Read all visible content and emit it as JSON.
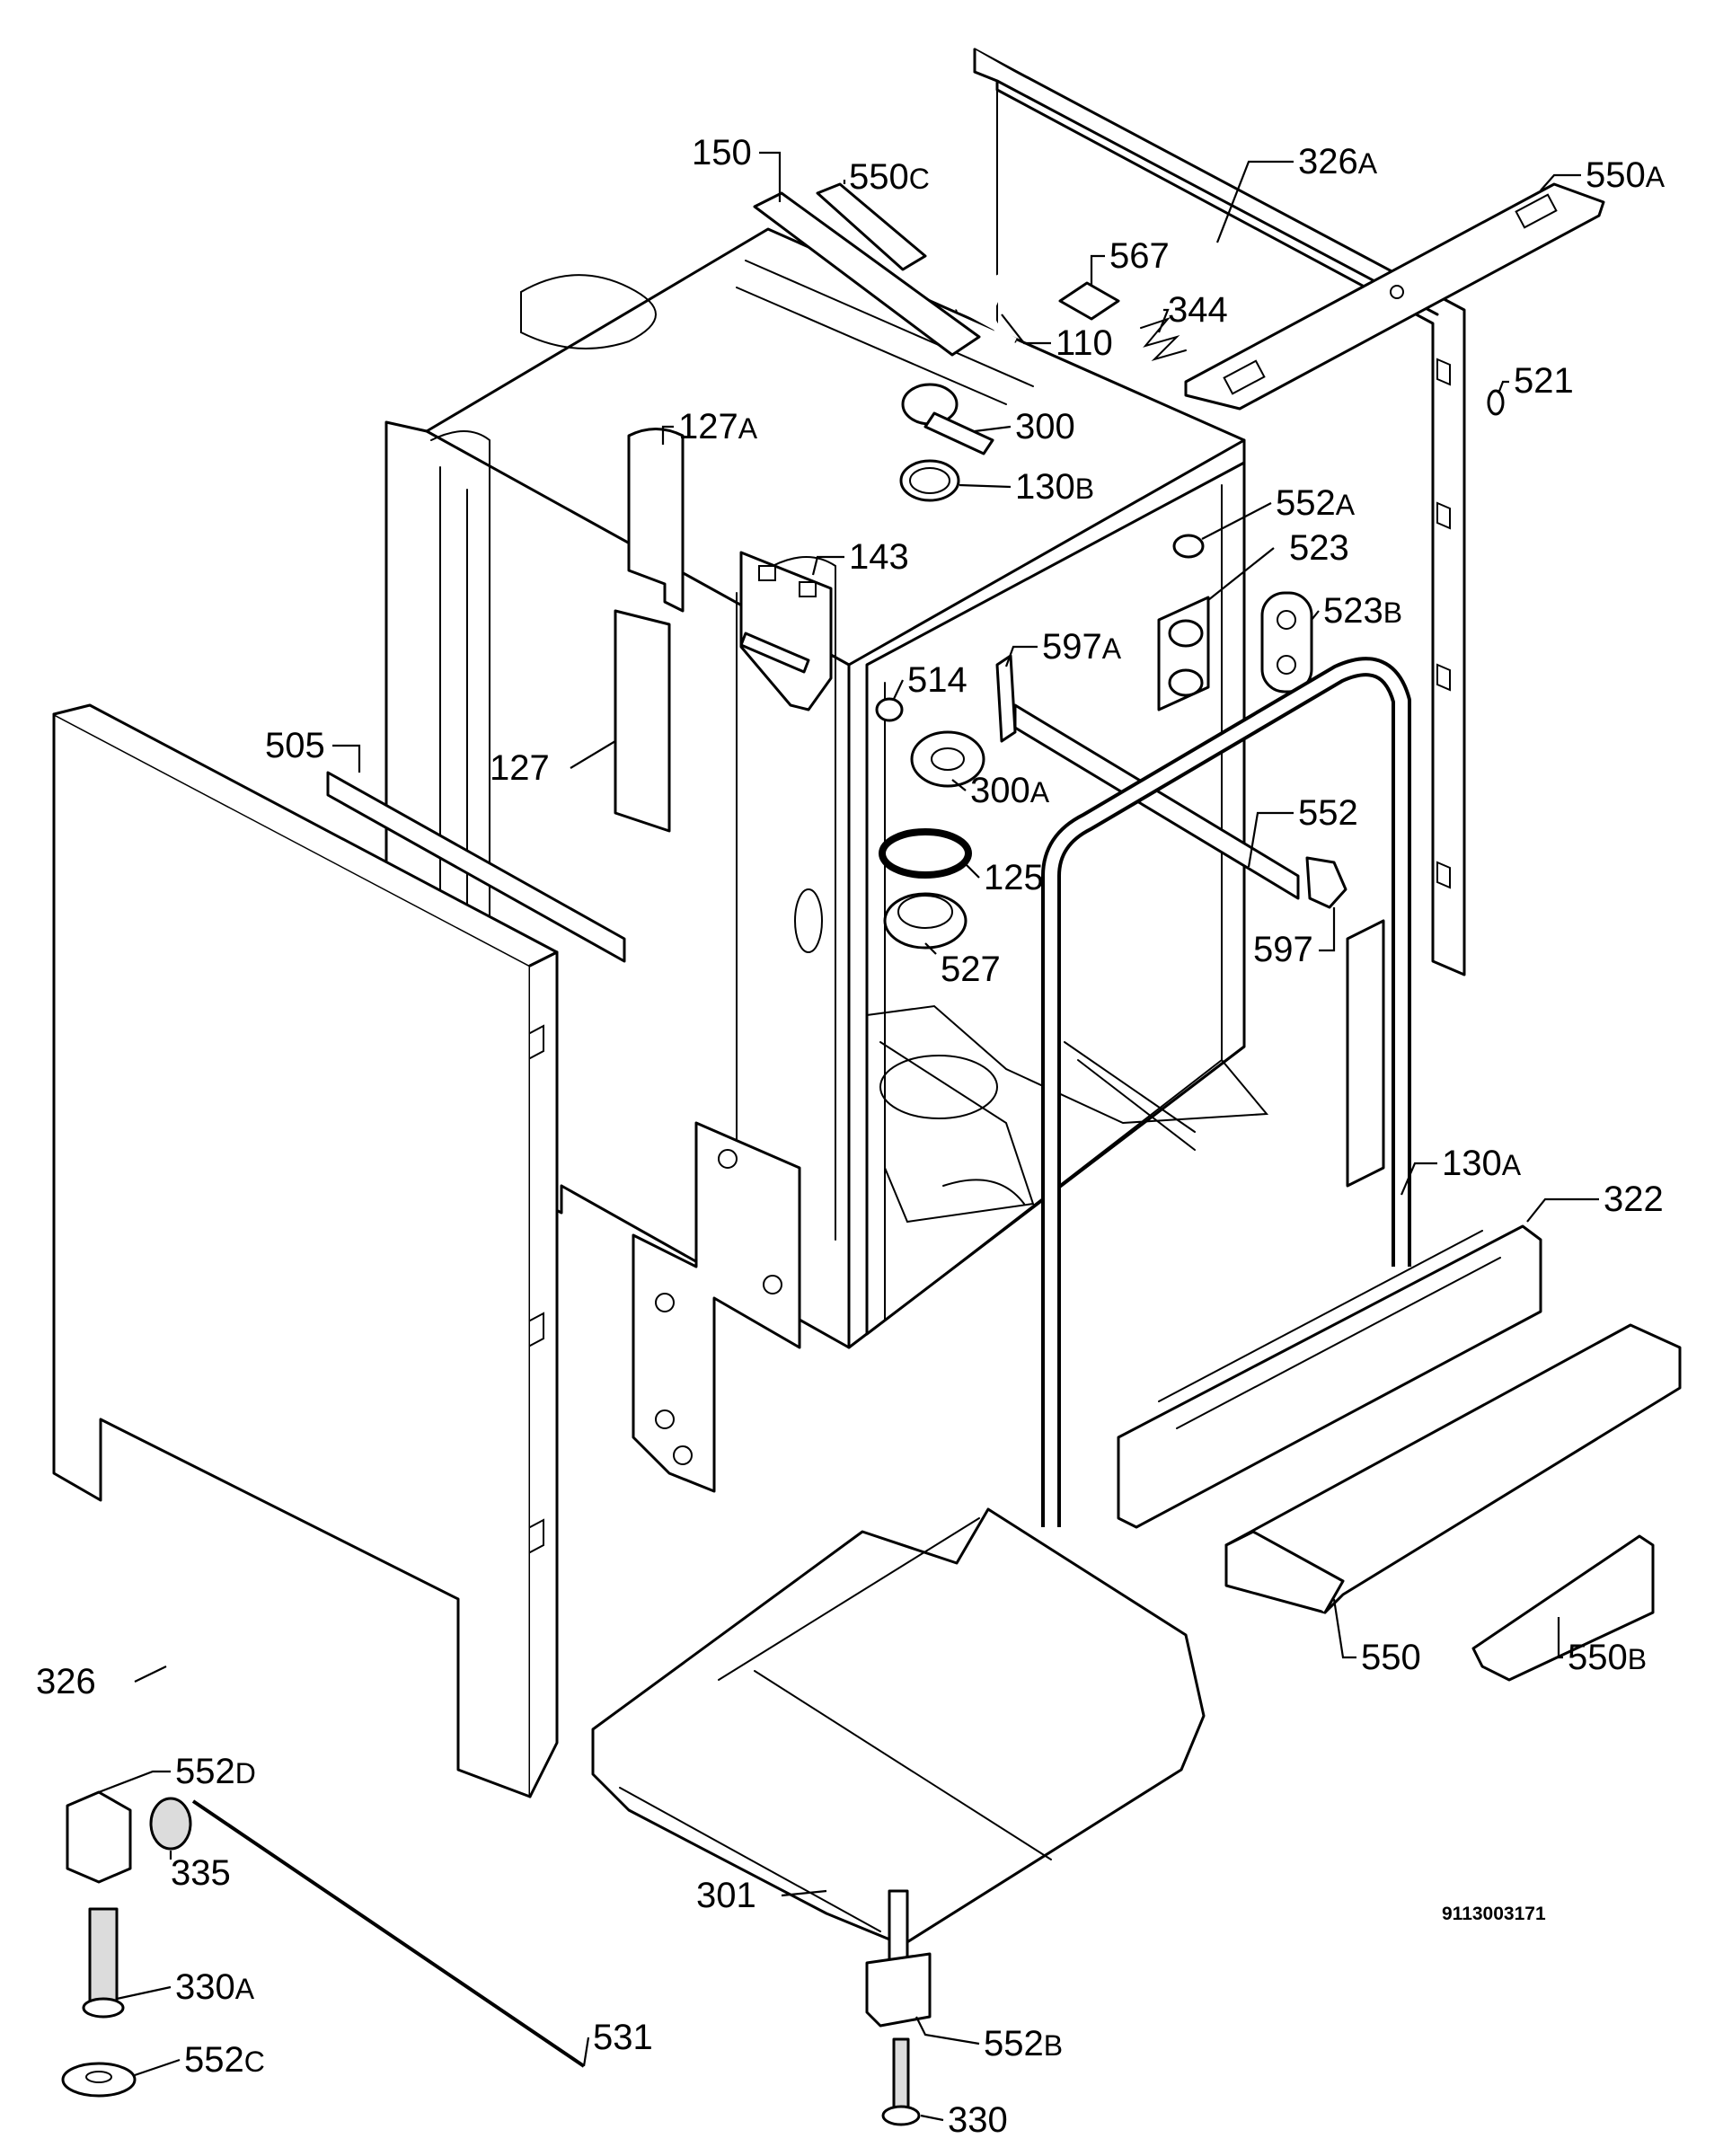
{
  "diagram": {
    "drawing_number": "9113003171",
    "labels": [
      {
        "key": "l150",
        "num": "150",
        "suffix": ""
      },
      {
        "key": "l550c",
        "num": "550",
        "suffix": "C"
      },
      {
        "key": "l326a",
        "num": "326",
        "suffix": "A"
      },
      {
        "key": "l550a",
        "num": "550",
        "suffix": "A"
      },
      {
        "key": "l567",
        "num": "567",
        "suffix": ""
      },
      {
        "key": "l344",
        "num": "344",
        "suffix": ""
      },
      {
        "key": "l110",
        "num": "110",
        "suffix": ""
      },
      {
        "key": "l521",
        "num": "521",
        "suffix": ""
      },
      {
        "key": "l127a",
        "num": "127",
        "suffix": "A"
      },
      {
        "key": "l300",
        "num": "300",
        "suffix": ""
      },
      {
        "key": "l130b",
        "num": "130",
        "suffix": "B"
      },
      {
        "key": "l552a",
        "num": "552",
        "suffix": "A"
      },
      {
        "key": "l143",
        "num": "143",
        "suffix": ""
      },
      {
        "key": "l523",
        "num": "523",
        "suffix": ""
      },
      {
        "key": "l523b",
        "num": "523",
        "suffix": "B"
      },
      {
        "key": "l597a",
        "num": "597",
        "suffix": "A"
      },
      {
        "key": "l514",
        "num": "514",
        "suffix": ""
      },
      {
        "key": "l505",
        "num": "505",
        "suffix": ""
      },
      {
        "key": "l127",
        "num": "127",
        "suffix": ""
      },
      {
        "key": "l300a",
        "num": "300",
        "suffix": "A"
      },
      {
        "key": "l552",
        "num": "552",
        "suffix": ""
      },
      {
        "key": "l125",
        "num": "125",
        "suffix": ""
      },
      {
        "key": "l597",
        "num": "597",
        "suffix": ""
      },
      {
        "key": "l527",
        "num": "527",
        "suffix": ""
      },
      {
        "key": "l130a",
        "num": "130",
        "suffix": "A"
      },
      {
        "key": "l322",
        "num": "322",
        "suffix": ""
      },
      {
        "key": "l550",
        "num": "550",
        "suffix": ""
      },
      {
        "key": "l550b",
        "num": "550",
        "suffix": "B"
      },
      {
        "key": "l326",
        "num": "326",
        "suffix": ""
      },
      {
        "key": "l552d",
        "num": "552",
        "suffix": "D"
      },
      {
        "key": "l335",
        "num": "335",
        "suffix": ""
      },
      {
        "key": "l301",
        "num": "301",
        "suffix": ""
      },
      {
        "key": "l330a",
        "num": "330",
        "suffix": "A"
      },
      {
        "key": "l531",
        "num": "531",
        "suffix": ""
      },
      {
        "key": "l552c",
        "num": "552",
        "suffix": "C"
      },
      {
        "key": "l552b",
        "num": "552",
        "suffix": "B"
      },
      {
        "key": "l330",
        "num": "330",
        "suffix": ""
      }
    ]
  }
}
